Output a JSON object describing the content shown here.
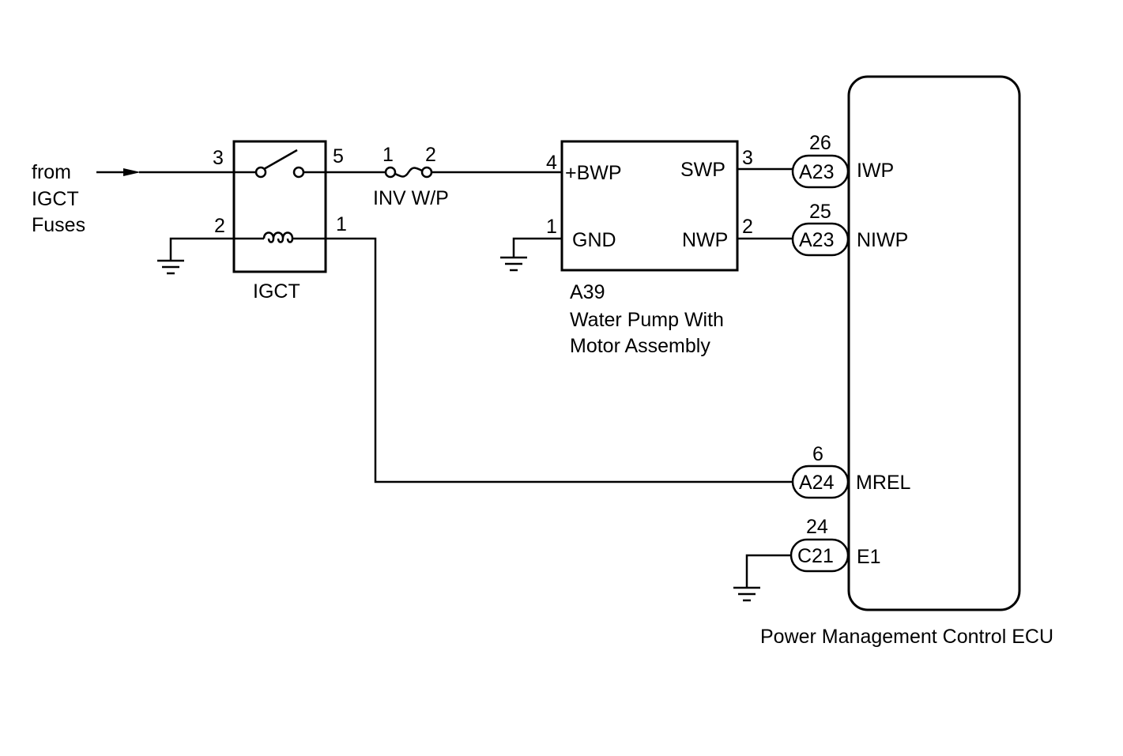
{
  "source": {
    "lines": [
      "from",
      "IGCT",
      "Fuses"
    ]
  },
  "relay": {
    "name": "IGCT",
    "pins": {
      "switch_in": "3",
      "switch_out": "5",
      "coil_ground": "2",
      "coil_out": "1"
    }
  },
  "fuse": {
    "name": "INV W/P",
    "pins": {
      "in": "1",
      "out": "2"
    }
  },
  "pump": {
    "code": "A39",
    "name_lines": [
      "Water Pump With",
      "Motor Assembly"
    ],
    "terminals": {
      "bwp": {
        "pin": "4",
        "label": "+BWP"
      },
      "gnd": {
        "pin": "1",
        "label": "GND"
      },
      "swp": {
        "pin": "3",
        "label": "SWP"
      },
      "nwp": {
        "pin": "2",
        "label": "NWP"
      }
    }
  },
  "ecu": {
    "name": "Power Management Control ECU",
    "connections": [
      {
        "pin": "26",
        "connector": "A23",
        "terminal": "IWP"
      },
      {
        "pin": "25",
        "connector": "A23",
        "terminal": "NIWP"
      },
      {
        "pin": "6",
        "connector": "A24",
        "terminal": "MREL"
      },
      {
        "pin": "24",
        "connector": "C21",
        "terminal": "E1"
      }
    ]
  }
}
